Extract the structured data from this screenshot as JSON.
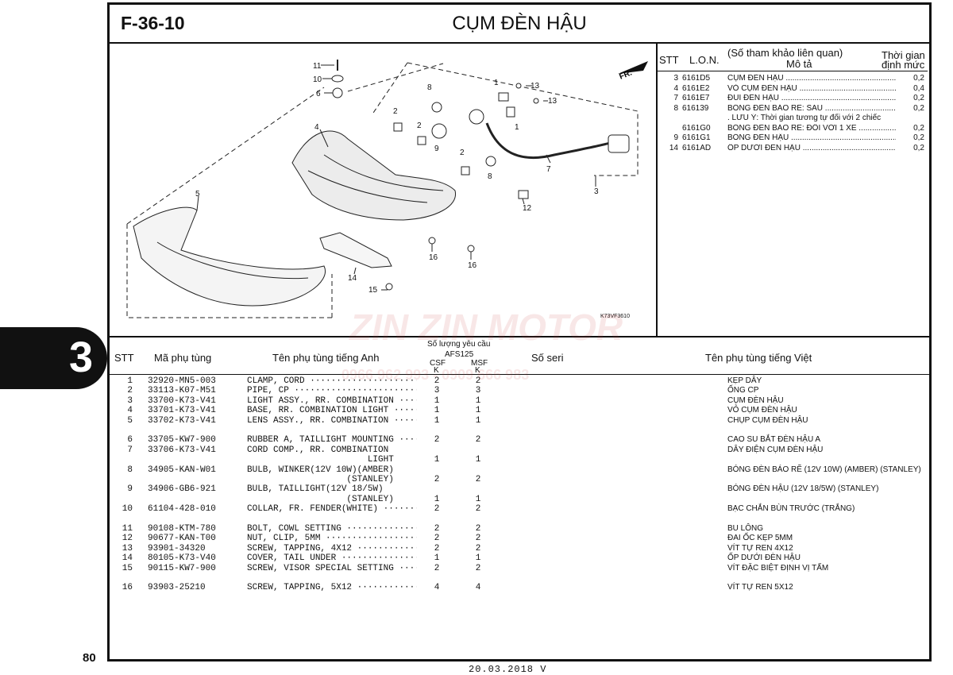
{
  "page": {
    "code": "F-36-10",
    "title": "CỤM ĐÈN HẬU",
    "chapter": "3",
    "page_number": "80",
    "footer_date": "20.03.2018 V",
    "diagram_code": "K73VF3610",
    "fr_label": "FR."
  },
  "watermark": {
    "brand": "ZIN ZIN MOTOR",
    "phones": "0966 962 993 - 0909 666 983"
  },
  "right_panel": {
    "headers": {
      "stt": "STT",
      "lon": "L.O.N.",
      "ref": "(Số tham khảo liên quan)",
      "desc": "Mô tả",
      "time_1": "Thời gian",
      "time_2": "định mức"
    },
    "rows": [
      {
        "stt": "3",
        "lon": "6161D5",
        "desc": "CỤM ĐÈN HẬU",
        "time": "0,2"
      },
      {
        "stt": "4",
        "lon": "6161E2",
        "desc": "VỎ CỤM ĐÈN HẬU",
        "time": "0,4"
      },
      {
        "stt": "7",
        "lon": "6161E7",
        "desc": "ĐUI ĐÈN HẬU",
        "time": "0,2"
      },
      {
        "stt": "8",
        "lon": "616139",
        "desc": "BÓNG ĐÈN BÁO RẼ: SAU",
        "time": "0,2"
      },
      {
        "stt": "",
        "lon": "",
        "desc": ". LƯU Ý: Thời gian tương tự đối với 2 chiếc",
        "time": "",
        "note": true
      },
      {
        "stt": "",
        "lon": "6161G0",
        "desc": "BÓNG ĐÈN BÁO RẼ: ĐỐI VỚI 1 XE",
        "time": "0,2"
      },
      {
        "stt": "9",
        "lon": "6161G1",
        "desc": "BÓNG ĐÈN HẬU",
        "time": "0,2"
      },
      {
        "stt": "14",
        "lon": "6161AD",
        "desc": "ỐP DƯỚI ĐÈN HẬU",
        "time": "0,2"
      }
    ]
  },
  "table": {
    "headers": {
      "stt": "STT",
      "code": "Mã phụ tùng",
      "en": "Tên phụ tùng tiếng Anh",
      "qty": "Số lượng yêu cầu",
      "model": "AFS125",
      "csf": "CSF",
      "csf_k": "K",
      "msf": "MSF",
      "msf_k": "K",
      "serial": "Số seri",
      "vn": "Tên phụ tùng tiếng Việt"
    },
    "rows": [
      {
        "stt": "1",
        "code": "32920-MN5-003",
        "en": "CLAMP, CORD",
        "csf": "2",
        "msf": "2",
        "vn": "KẸP DÂY",
        "dots": true,
        "y": 0
      },
      {
        "stt": "2",
        "code": "33113-K07-M51",
        "en": "PIPE, CP",
        "csf": "3",
        "msf": "3",
        "vn": "ỐNG CP",
        "dots": true,
        "y": 1
      },
      {
        "stt": "3",
        "code": "33700-K73-V41",
        "en": "LIGHT ASSY., RR. COMBINATION",
        "csf": "1",
        "msf": "1",
        "vn": "CỤM ĐÈN HẬU",
        "dots": true,
        "y": 2
      },
      {
        "stt": "4",
        "code": "33701-K73-V41",
        "en": "BASE, RR. COMBINATION LIGHT",
        "csf": "1",
        "msf": "1",
        "vn": "VỎ CỤM ĐÈN HẬU",
        "dots": true,
        "y": 3
      },
      {
        "stt": "5",
        "code": "33702-K73-V41",
        "en": "LENS ASSY., RR. COMBINATION",
        "csf": "1",
        "msf": "1",
        "vn": "CHỤP CỤM ĐÈN HẬU",
        "dots": true,
        "y": 4
      },
      {
        "stt": "6",
        "code": "33705-KW7-900",
        "en": "RUBBER A, TAILLIGHT MOUNTING",
        "csf": "2",
        "msf": "2",
        "vn": "CAO SU BẮT ĐÈN HẬU A",
        "dots": true,
        "y": 6
      },
      {
        "stt": "7",
        "code": "33706-K73-V41",
        "en": "CORD COMP., RR. COMBINATION",
        "csf": "",
        "msf": "",
        "vn": "DÂY ĐIỆN CỤM ĐÈN HẬU",
        "dots": false,
        "y": 7
      },
      {
        "stt": "",
        "code": "",
        "en": "                       LIGHT",
        "csf": "1",
        "msf": "1",
        "vn": "",
        "dots": false,
        "y": 8
      },
      {
        "stt": "8",
        "code": "34905-KAN-W01",
        "en": "BULB, WINKER(12V 10W)(AMBER)",
        "csf": "",
        "msf": "",
        "vn": "BÓNG ĐÈN BÁO RẼ (12V 10W) (AMBER) (STANLEY)",
        "dots": false,
        "y": 9
      },
      {
        "stt": "",
        "code": "",
        "en": "                   (STANLEY)",
        "csf": "2",
        "msf": "2",
        "vn": "",
        "dots": false,
        "y": 10
      },
      {
        "stt": "9",
        "code": "34906-GB6-921",
        "en": "BULB, TAILLIGHT(12V 18/5W)",
        "csf": "",
        "msf": "",
        "vn": "BÓNG ĐÈN HẬU (12V 18/5W) (STANLEY)",
        "dots": false,
        "y": 11
      },
      {
        "stt": "",
        "code": "",
        "en": "                   (STANLEY)",
        "csf": "1",
        "msf": "1",
        "vn": "",
        "dots": false,
        "y": 12
      },
      {
        "stt": "10",
        "code": "61104-428-010",
        "en": "COLLAR, FR. FENDER(WHITE)",
        "csf": "2",
        "msf": "2",
        "vn": "BẠC CHẮN BÙN TRƯỚC (TRẮNG)",
        "dots": true,
        "y": 13
      },
      {
        "stt": "11",
        "code": "90108-KTM-780",
        "en": "BOLT, COWL SETTING",
        "csf": "2",
        "msf": "2",
        "vn": "BU LÔNG",
        "dots": true,
        "y": 15
      },
      {
        "stt": "12",
        "code": "90677-KAN-T00",
        "en": "NUT, CLIP, 5MM",
        "csf": "2",
        "msf": "2",
        "vn": "ĐAI ỐC KẸP 5MM",
        "dots": true,
        "y": 16
      },
      {
        "stt": "13",
        "code": "93901-34320",
        "en": "SCREW, TAPPING, 4X12",
        "csf": "2",
        "msf": "2",
        "vn": "VÍT TỰ REN 4X12",
        "dots": true,
        "y": 17
      },
      {
        "stt": "14",
        "code": "80105-K73-V40",
        "en": "COVER, TAIL UNDER",
        "csf": "1",
        "msf": "1",
        "vn": "ỐP DƯỚI ĐÈN HẬU",
        "dots": true,
        "y": 18
      },
      {
        "stt": "15",
        "code": "90115-KW7-900",
        "en": "SCREW, VISOR SPECIAL SETTING",
        "csf": "2",
        "msf": "2",
        "vn": "VÍT ĐẶC BIỆT ĐỊNH VỊ TẤM",
        "dots": true,
        "y": 19
      },
      {
        "stt": "16",
        "code": "93903-25210",
        "en": "SCREW, TAPPING, 5X12",
        "csf": "4",
        "msf": "4",
        "vn": "VÍT TỰ REN 5X12",
        "dots": true,
        "y": 21
      }
    ]
  },
  "callouts": [
    "11",
    "10",
    "6",
    "4",
    "5",
    "8",
    "2",
    "2",
    "9",
    "2",
    "8",
    "1",
    "13",
    "13",
    "1",
    "7",
    "3",
    "12",
    "16",
    "16",
    "14",
    "15"
  ]
}
